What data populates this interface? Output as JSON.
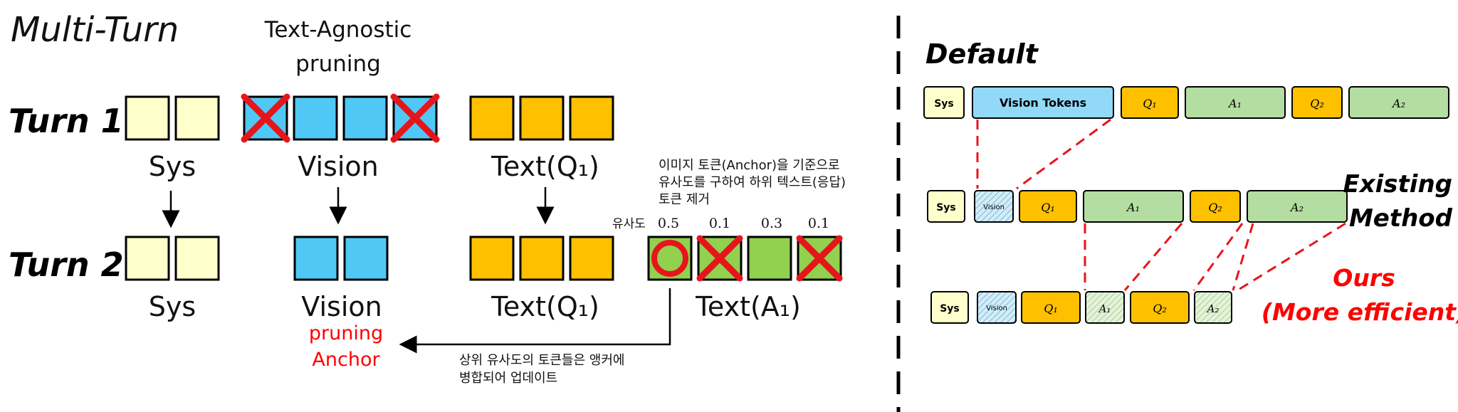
{
  "left_panel": {
    "title": "Multi-Turn",
    "pruning_header_line1": "Text-Agnostic",
    "pruning_header_line2": "pruning",
    "turn1_label": "Turn 1",
    "turn2_label": "Turn 2",
    "sys_label": "Sys",
    "vision_label": "Vision",
    "text_q1_label": "Text(Q₁)",
    "text_a1_label": "Text(A₁)",
    "anchor_line1": "pruning",
    "anchor_line2": "Anchor",
    "note_top_line1": "이미지 토큰(Anchor)을 기준으로",
    "note_top_line2": "유사도를 구하여 하위 텍스트(응답)",
    "note_top_line3": "토큰 제거",
    "similarity_label": "유사도",
    "similarity_values": [
      "0.5",
      "0.1",
      "0.3",
      "0.1"
    ],
    "note_bottom_line1": "상위 유사도의 토큰들은 앵커에",
    "note_bottom_line2": "병합되어 업데이트"
  },
  "right_panel": {
    "default_title": "Default",
    "existing_label_line1": "Existing",
    "existing_label_line2": "Method",
    "ours_label_line1": "Ours",
    "ours_label_line2": "(More efficient)",
    "sys": "Sys",
    "vision_tokens": "Vision Tokens",
    "vision": "Vision",
    "q1": "Q₁",
    "a1": "A₁",
    "q2": "Q₂",
    "a2": "A₂"
  },
  "colors": {
    "sys": "#FFFFCC",
    "vision": "#4FC8F5",
    "vision_light": "#92D9F8",
    "text_q": "#FFC000",
    "answer": "#92D050",
    "answer_light": "#B4DDA1",
    "cross": "#E8141B",
    "red_text": "#FF0000"
  }
}
